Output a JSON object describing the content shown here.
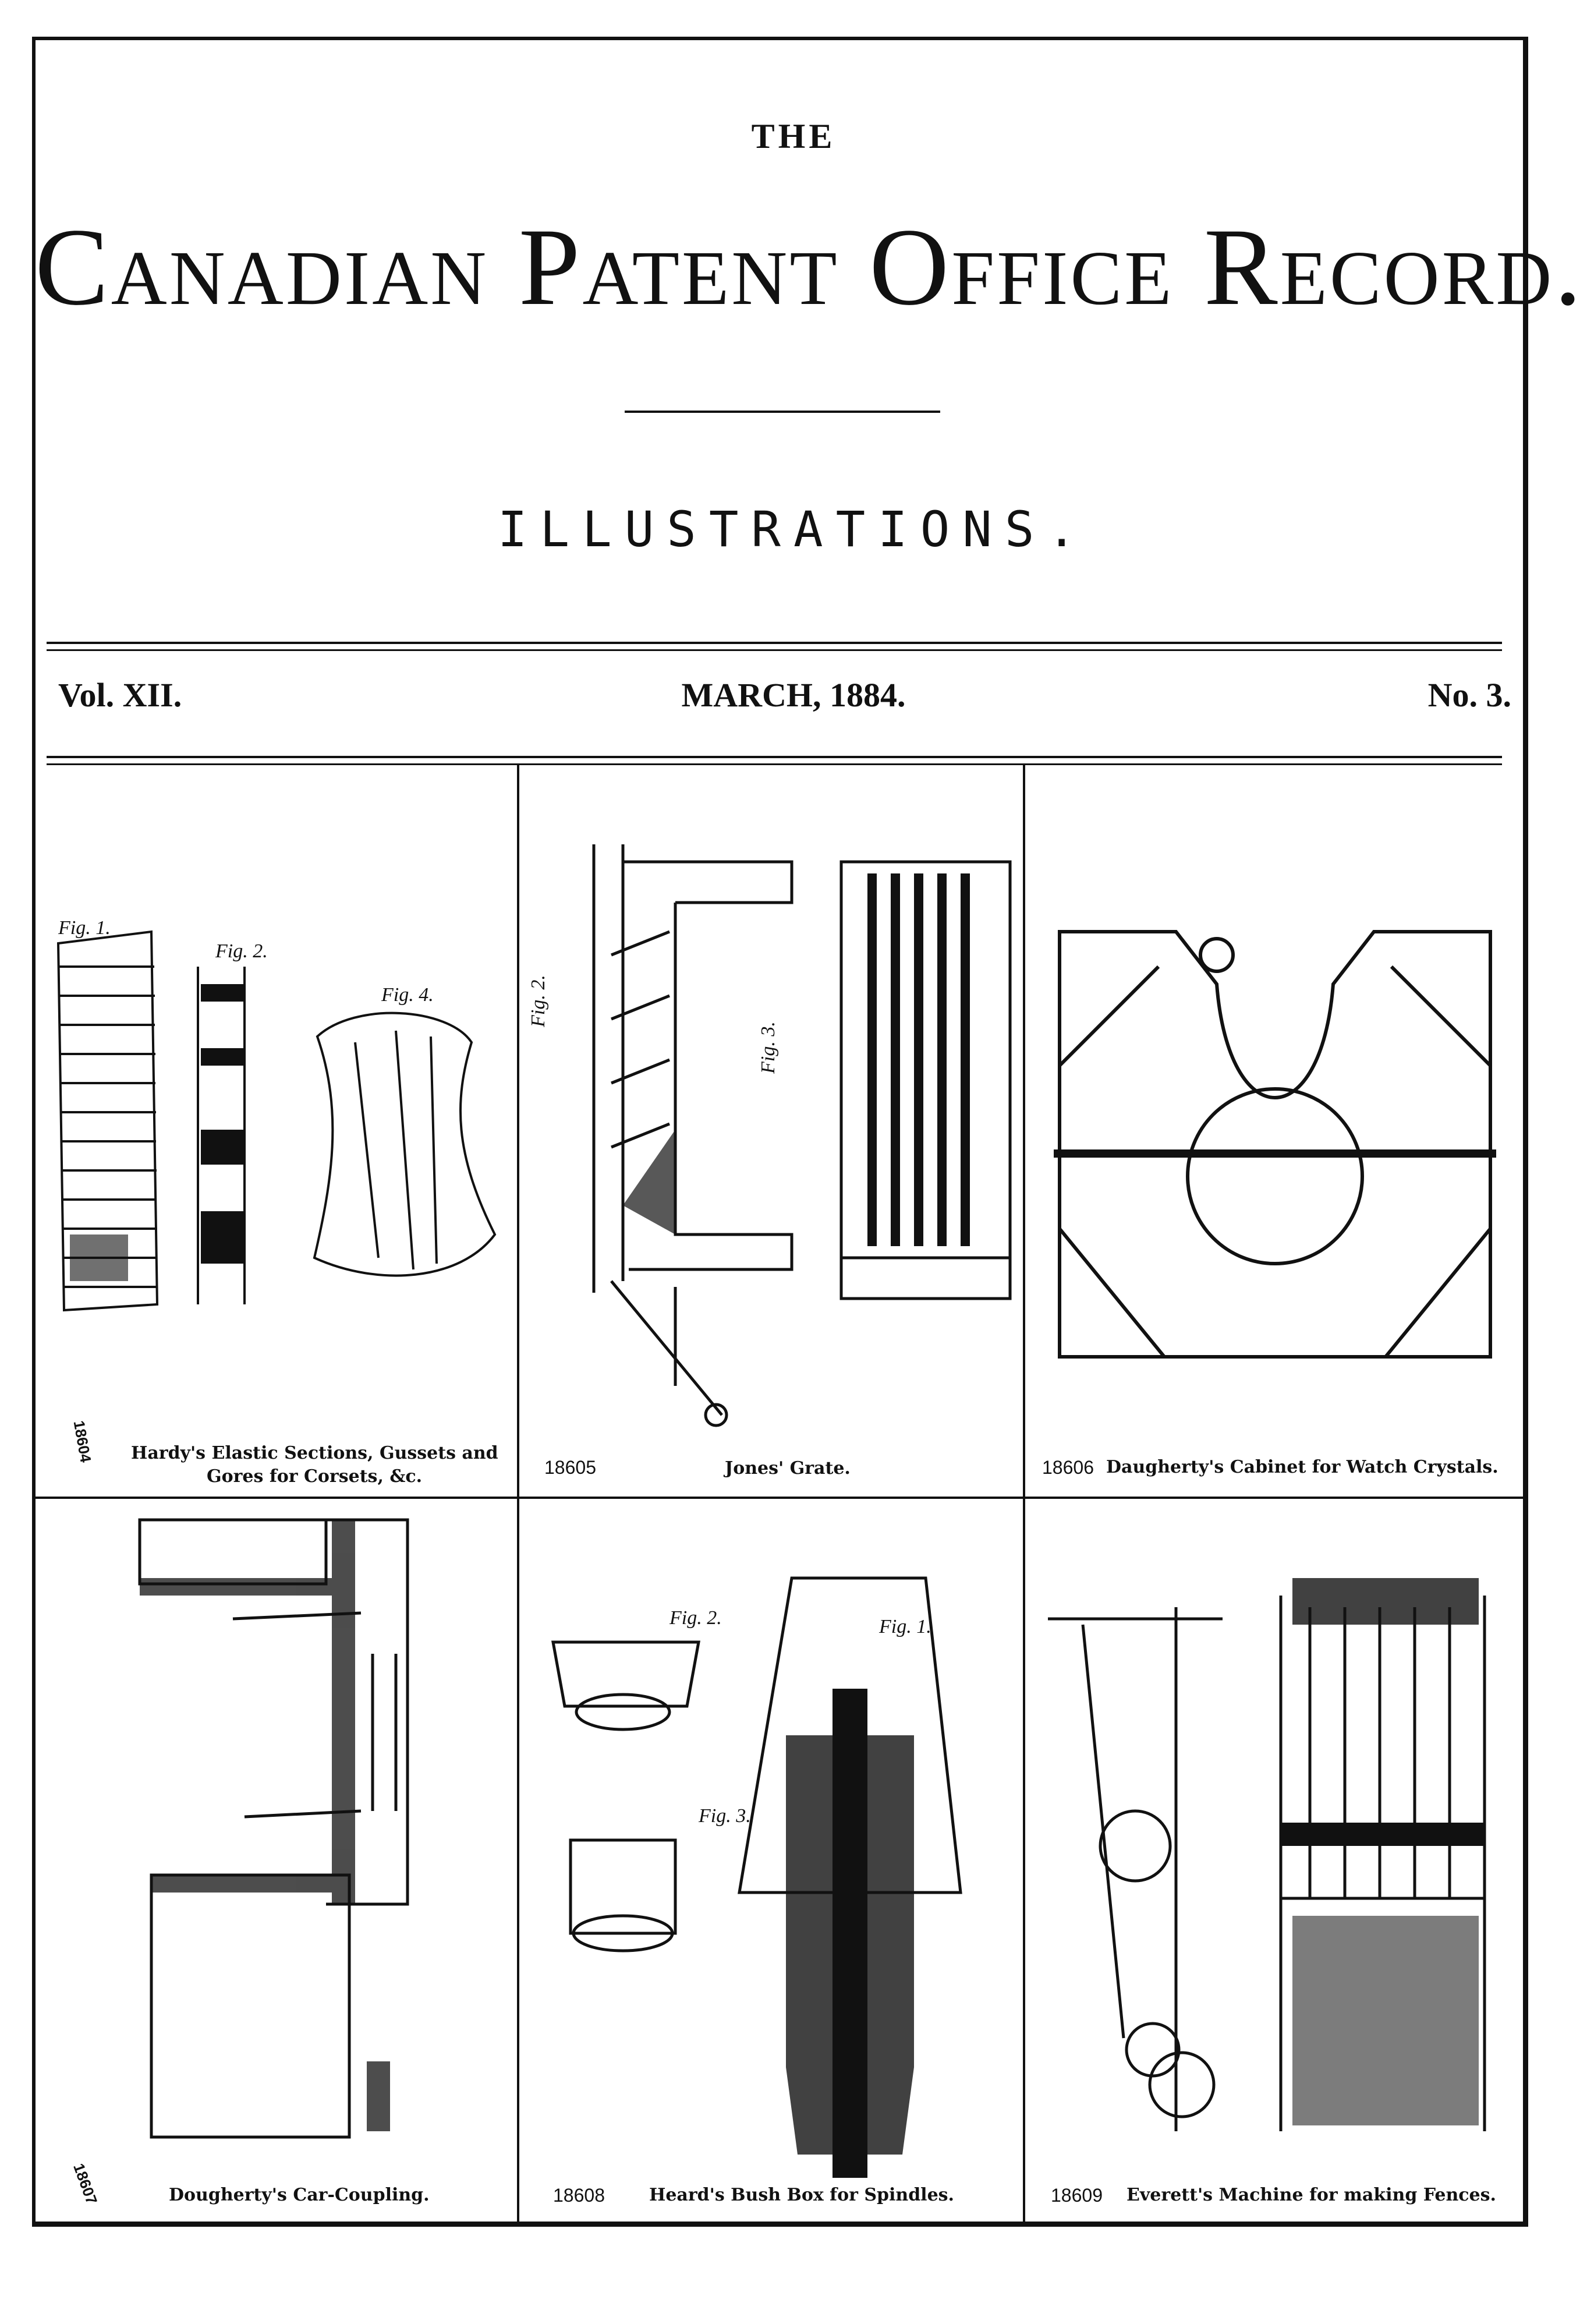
{
  "header": {
    "the": "THE",
    "title": "Canadian Patent Office Record.",
    "section": "ILLUSTRATIONS.",
    "volume": "Vol. XII.",
    "date": "MARCH, 1884.",
    "number": "No. 3."
  },
  "plates": [
    {
      "number": "18604",
      "caption_line1": "Hardy's Elastic Sections, Gussets and",
      "caption_line2": "Gores for Corsets, &c.",
      "figs": [
        "Fig. 1.",
        "Fig. 2.",
        "Fig. 4."
      ]
    },
    {
      "number": "18605",
      "caption": "Jones' Grate.",
      "figs": [
        "Fig. 2.",
        "Fig. 3."
      ]
    },
    {
      "number": "18606",
      "caption": "Daugherty's Cabinet for Watch Crystals."
    },
    {
      "number": "18607",
      "caption": "Dougherty's Car-Coupling."
    },
    {
      "number": "18608",
      "caption": "Heard's Bush Box for Spindles.",
      "figs": [
        "Fig. 2.",
        "Fig. 1.",
        "Fig. 3."
      ]
    },
    {
      "number": "18609",
      "caption": "Everett's Machine for making Fences."
    }
  ]
}
